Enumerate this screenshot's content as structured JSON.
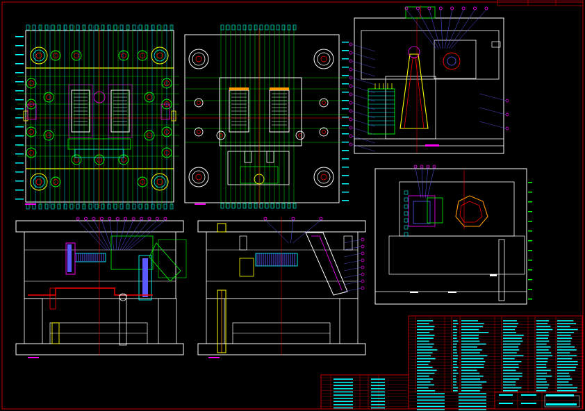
{
  "drawing": {
    "background": "#000000",
    "colors": {
      "outline": "#ffffff",
      "green": "#00ff00",
      "cyan": "#00ffff",
      "red": "#ff0000",
      "magenta": "#ff00ff",
      "yellow": "#ffff00",
      "blue": "#5a5aff",
      "dark_red": "#c00000",
      "orange": "#ff9900"
    },
    "views": [
      "moving-half-plan-view",
      "fixed-half-plan-view",
      "side-section-view",
      "front-section-view-a",
      "front-section-view-b",
      "detail-section-view"
    ],
    "tables": [
      "parts-list-table",
      "title-block"
    ]
  }
}
